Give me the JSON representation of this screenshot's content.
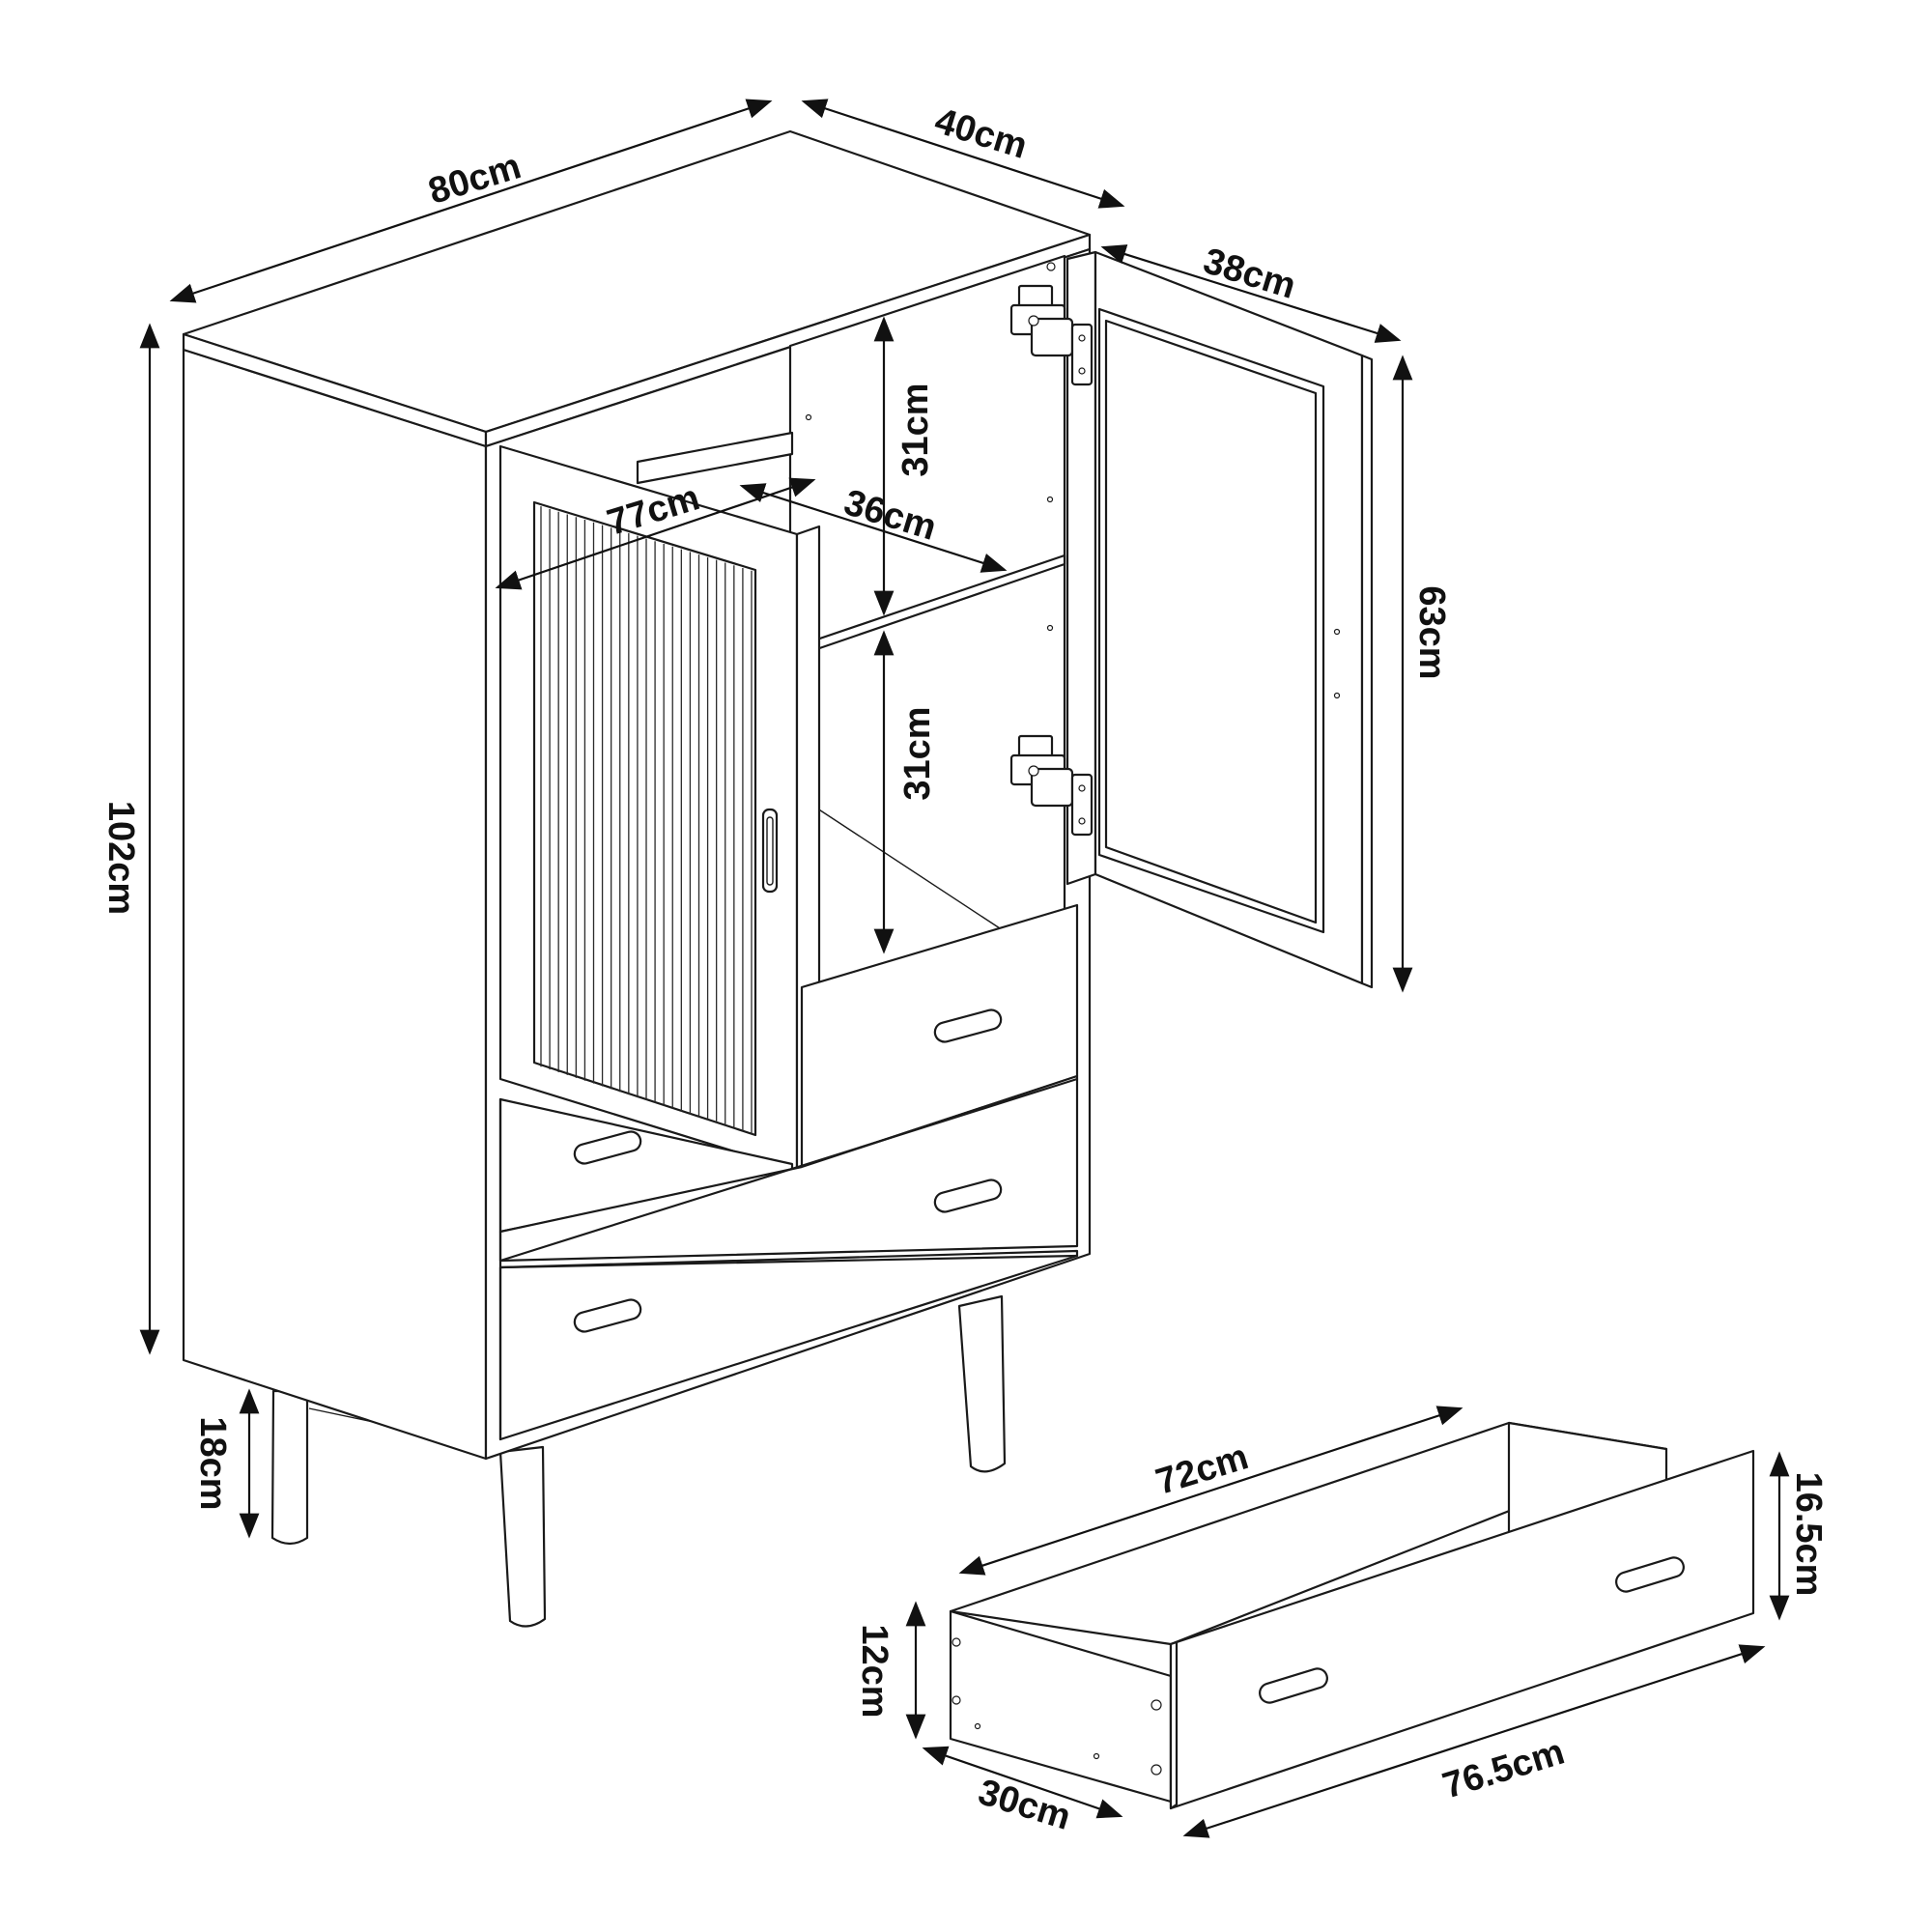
{
  "diagram": {
    "line_color": "#1a1a1a",
    "background": "#ffffff",
    "dimensions": {
      "cabinet_width": "80cm",
      "cabinet_depth": "40cm",
      "cabinet_height": "102cm",
      "inner_width": "77cm",
      "inner_depth": "36cm",
      "compartment_upper": "31cm",
      "compartment_lower": "31cm",
      "door_width": "38cm",
      "door_height": "63cm",
      "leg_height": "18cm",
      "drawer_inner_length": "72cm",
      "drawer_front_length": "76.5cm",
      "drawer_depth": "30cm",
      "drawer_side_height": "12cm",
      "drawer_front_height": "16.5cm"
    }
  }
}
